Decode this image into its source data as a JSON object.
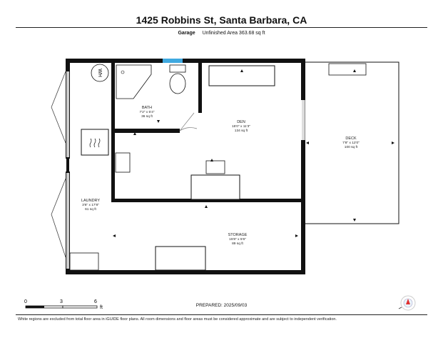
{
  "header": {
    "title": "1425 Robbins St, Santa Barbara, CA",
    "floor_name": "Garage",
    "unfinished_area": "Unfinished Area 363.68 sq ft"
  },
  "rooms": {
    "bath": {
      "name": "BATH",
      "dims": "7'2\" x 5'4\"",
      "area": "36 sq ft"
    },
    "den": {
      "name": "DEN",
      "dims": "15'0\" x 11'3\"",
      "area": "134 sq ft"
    },
    "deck": {
      "name": "DECK",
      "dims": "7'8\" x 12'0\"",
      "area": "100 sq ft"
    },
    "laundry": {
      "name": "LAUNDRY",
      "dims": "3'6\" x 17'8\"",
      "area": "61 sq ft"
    },
    "storage": {
      "name": "STORAGE",
      "dims": "15'8\" x 5'6\"",
      "area": "89 sq ft"
    }
  },
  "fixtures": {
    "water_heater": "WH"
  },
  "scale": {
    "ticks": [
      "0",
      "3",
      "6"
    ],
    "unit": "ft"
  },
  "prepared": "PREPARED: 2025/09/03",
  "disclaimer": "White regions are excluded from total floor area in iGUIDE floor plans. All room dimensions and floor areas must be considered approximate and are subject to independent verification.",
  "colors": {
    "wall": "#111111",
    "window": "#3fa9e0",
    "compass_accent": "#e03030"
  }
}
